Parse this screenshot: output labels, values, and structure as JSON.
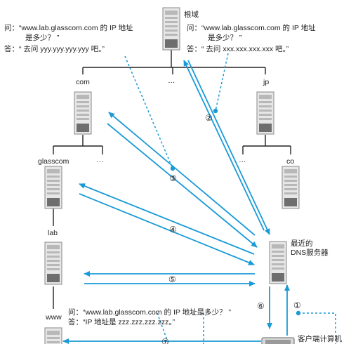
{
  "colors": {
    "arrow": "#1a9ad6",
    "tree": "#222222",
    "server_light": "#e6e6e6",
    "server_mid": "#b8b8b8",
    "server_dark": "#6e6e6e"
  },
  "nodes": {
    "root": "根域",
    "com": "com",
    "ellipsis_top": "…",
    "jp": "jp",
    "glasscom": "glasscom",
    "ellipsis_com": "…",
    "ellipsis_jp": "…",
    "co": "co",
    "lab": "lab",
    "www": "www",
    "dns": [
      "最近的",
      "DNS服务器"
    ],
    "client": "客户端计算机"
  },
  "dialogs": {
    "left_q": [
      "问：“www.lab.glasscom.com 的 IP 地址",
      "是多少？ ”"
    ],
    "left_a": "答：“ 去问 yyy.yyy.yyy.yyy 吧。”",
    "right_q": [
      "问：“www.lab.glasscom.com 的 IP 地址",
      "是多少？ ”"
    ],
    "right_a": "答：“ 去问 xxx.xxx.xxx.xxx 吧。”",
    "bottom_q": "问：“www.lab.glasscom.com 的 IP 地址是多少？ ”",
    "bottom_a": "答：“IP 地址是 zzz.zzz.zzz.zzz。”"
  },
  "steps": [
    "①",
    "②",
    "③",
    "④",
    "⑤",
    "⑥",
    "⑦"
  ]
}
